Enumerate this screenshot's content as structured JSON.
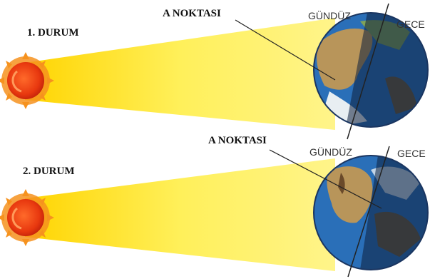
{
  "panels": [
    {
      "case_label": "1. DURUM",
      "point_label": "A NOKTASI",
      "day_label": "GÜNDÜZ",
      "night_label": "GECE"
    },
    {
      "case_label": "2. DURUM",
      "point_label": "A NOKTASI",
      "day_label": "GÜNDÜZ",
      "night_label": "GECE"
    }
  ],
  "colors": {
    "sun_core": "#e8380f",
    "sun_rays": "#f6921e",
    "light_beam": "#fff26a",
    "ocean": "#2a6fb8",
    "land": "#b8955a",
    "night_shade": "#0d1f3d"
  }
}
